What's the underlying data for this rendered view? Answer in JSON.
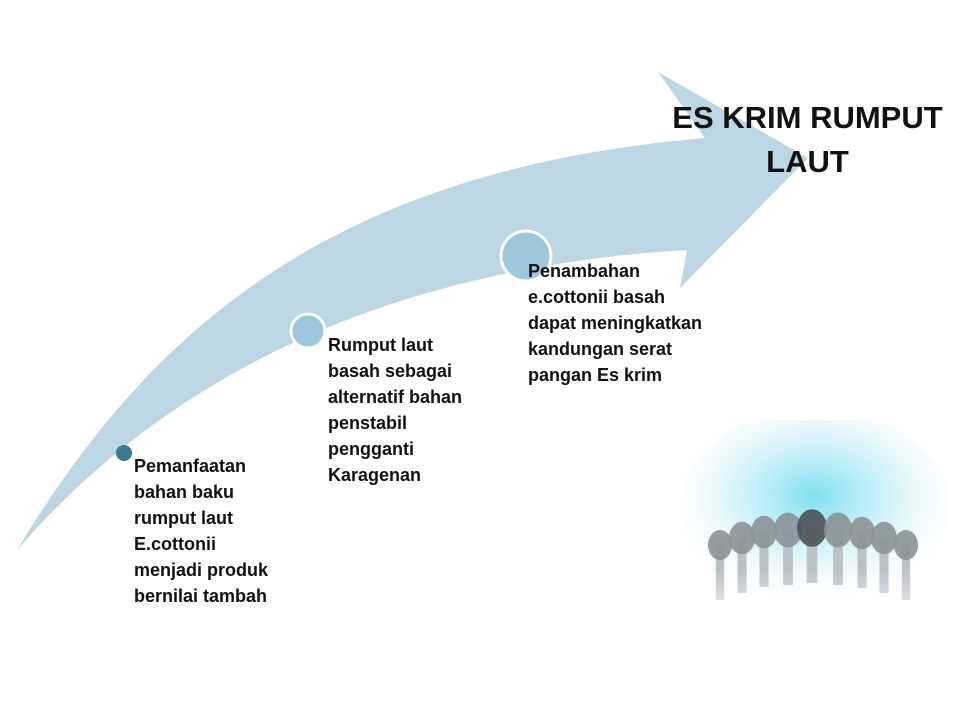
{
  "title": "ES KRIM RUMPUT\nLAUT",
  "steps": [
    {
      "text": "Pemanfaatan\nbahan baku\nrumput laut\nE.cottonii\nmenjadi produk\nbernilai tambah"
    },
    {
      "text": "Rumput laut\nbasah sebagai\nalternatif bahan\npenstabil\npengganti\nKaragenan"
    },
    {
      "text": "Penambahan\ne.cottonii basah\ndapat meningkatkan\nkandungan serat\npangan Es krim"
    }
  ],
  "colors": {
    "arrow": "#bcd6e3",
    "node_light": "#9dc8dc",
    "node_dark": "#3a7a93",
    "photo_glow": "#7fdff0",
    "microphone": "#8a9296"
  },
  "icons": [
    "microphone-icon"
  ]
}
